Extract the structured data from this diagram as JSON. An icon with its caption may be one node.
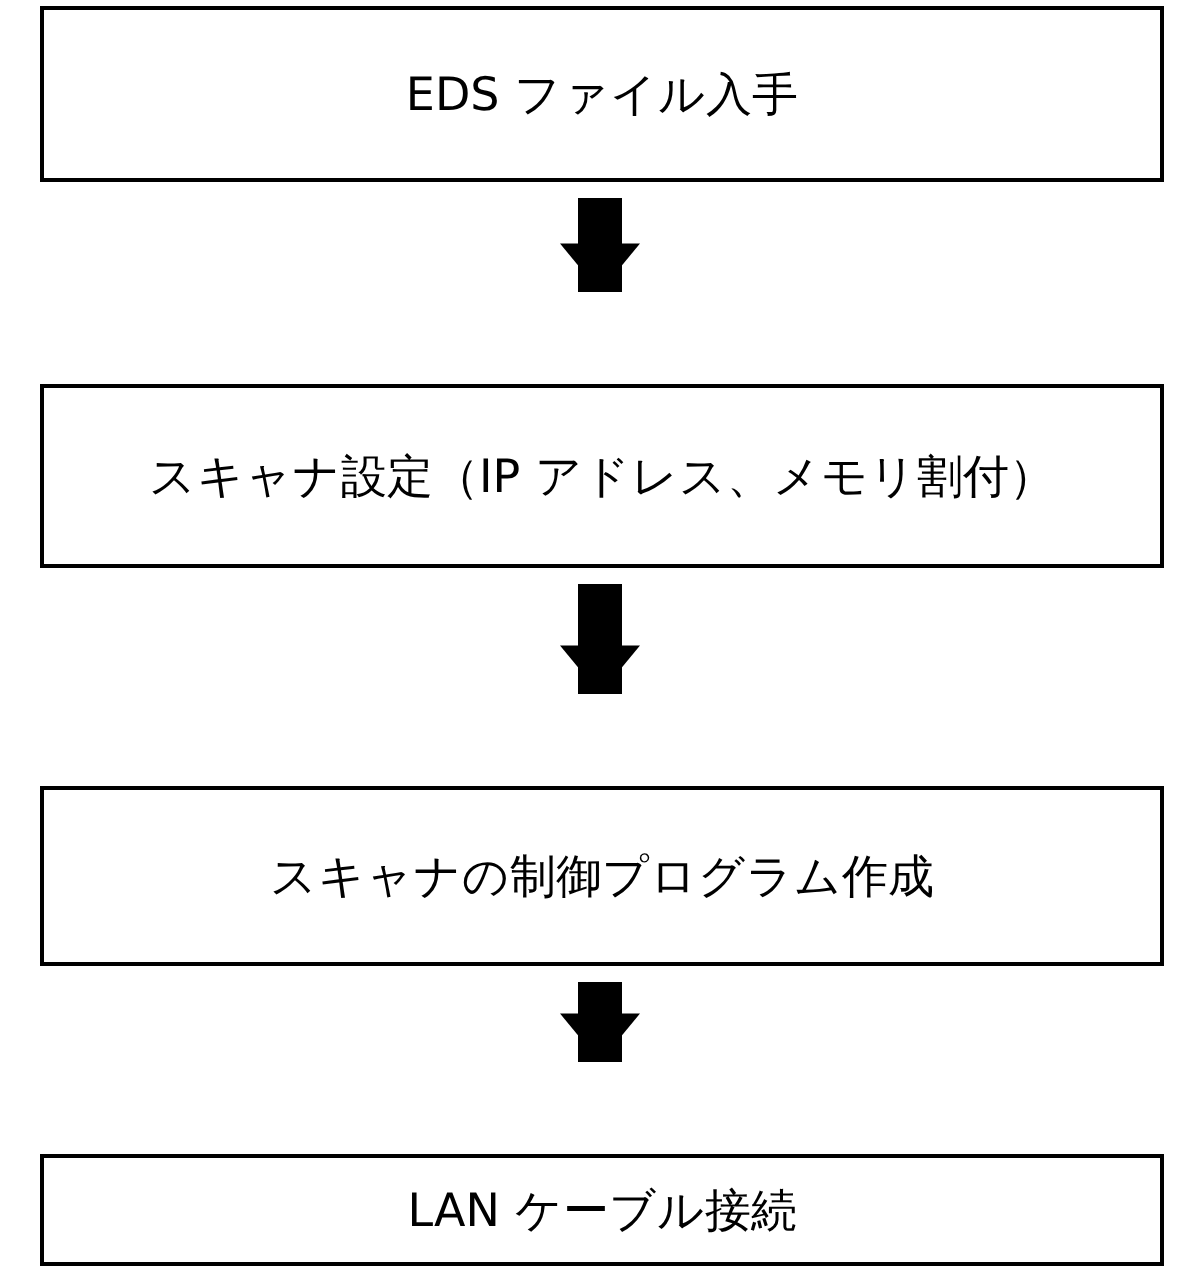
{
  "diagram": {
    "nodes": [
      {
        "text": [
          "EDS ファイル入手"
        ]
      },
      {
        "text": [
          "スキャナ設定（IP アドレス、メモリ割付）"
        ]
      },
      {
        "text": [
          "スキャナの制御プログラム作成"
        ]
      },
      {
        "text": [
          "LAN ケーブル接続"
        ]
      }
    ],
    "edges": [
      {
        "from": 0,
        "to": 1,
        "arrow": "to"
      },
      {
        "from": 1,
        "to": 2,
        "arrow": "to"
      },
      {
        "from": 2,
        "to": 3,
        "arrow": "to"
      }
    ]
  }
}
